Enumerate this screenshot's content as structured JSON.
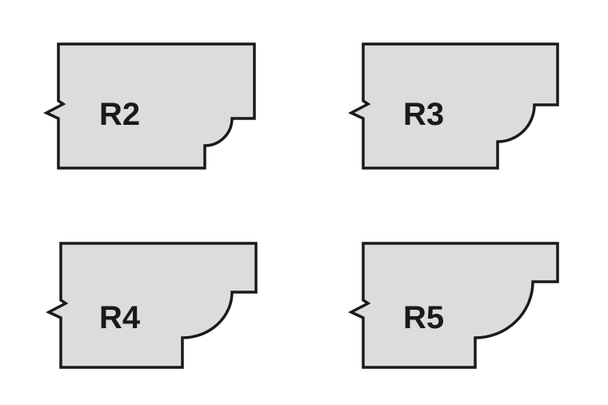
{
  "colors": {
    "fill": "#dcdcdc",
    "stroke": "#1a1a1a",
    "text": "#1a1a1a",
    "background": "#ffffff"
  },
  "profiles": [
    {
      "label": "R2"
    },
    {
      "label": "R3"
    },
    {
      "label": "R4"
    },
    {
      "label": "R5"
    }
  ]
}
